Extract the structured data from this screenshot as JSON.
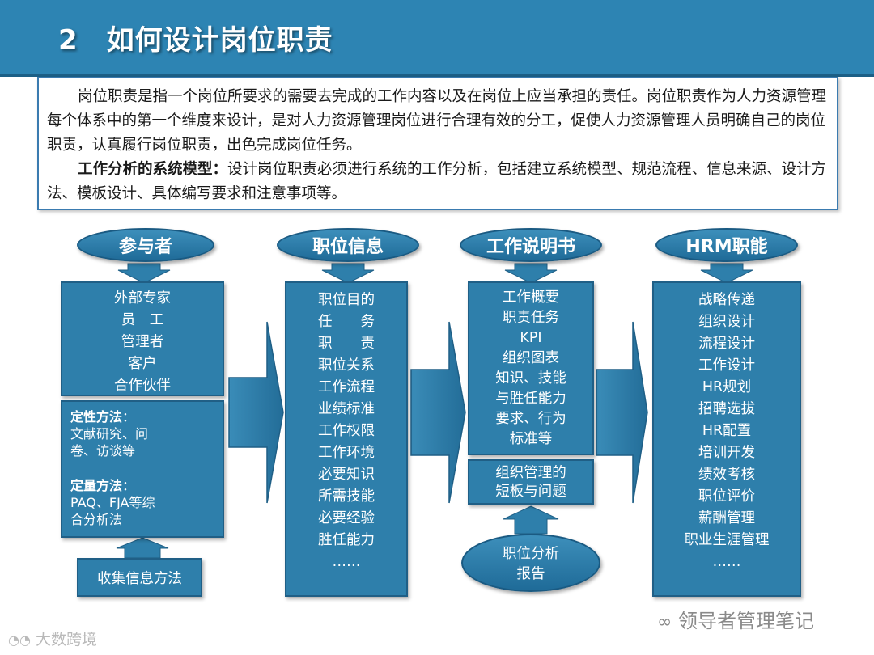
{
  "slide": {
    "title": "2　如何设计岗位职责"
  },
  "intro": {
    "paragraph1": "岗位职责是指一个岗位所要求的需要去完成的工作内容以及在岗位上应当承担的责任。岗位职责作为人力资源管理每个体系中的第一个维度来设计，是对人力资源管理岗位进行合理有效的分工，促使人力资源管理人员明确自己的岗位职责，认真履行岗位职责，出色完成岗位任务。",
    "paragraph2_bold": "工作分析的系统模型：",
    "paragraph2_text": "设计岗位职责必须进行系统的工作分析，包括建立系统模型、规范流程、信息来源、设计方法、模板设计、具体编写要求和注意事项等。"
  },
  "columns": {
    "participants": {
      "header": "参与者",
      "items": [
        "外部专家",
        "员　工",
        "管理者",
        "客户",
        "合作伙伴"
      ],
      "qualitative_label": "定性方法",
      "qualitative_colon": "：",
      "qualitative_text": "文献研究、问卷、访谈等",
      "quantitative_label": "定量方法",
      "quantitative_colon": "：",
      "quantitative_text": "PAQ、FJA等综合分析法",
      "collect_label": "收集信息方法"
    },
    "position_info": {
      "header": "职位信息",
      "items": [
        "职位目的",
        "任　　务",
        "职　　责",
        "职位关系",
        "工作流程",
        "业绩标准",
        "工作权限",
        "工作环境",
        "必要知识",
        "所需技能",
        "必要经验",
        "胜任能力",
        "……"
      ]
    },
    "job_description": {
      "header": "工作说明书",
      "items": [
        "工作概要",
        "职责任务",
        "KPI",
        "组织图表",
        "知识、技能",
        "与胜任能力",
        "要求、行为",
        "标准等"
      ],
      "org_box": [
        "组织管理的",
        "短板与问题"
      ],
      "report_label": [
        "职位分析",
        "报告"
      ]
    },
    "hrm_functions": {
      "header": "HRM职能",
      "items": [
        "战略传递",
        "组织设计",
        "流程设计",
        "工作设计",
        "HR规划",
        "招聘选拔",
        "HR配置",
        "培训开发",
        "绩效考核",
        "职位评价",
        "薪酬管理",
        "职业生涯管理",
        "……"
      ]
    }
  },
  "watermarks": {
    "bottom_left": "大数跨境",
    "bottom_right": "领导者管理笔记"
  },
  "colors": {
    "title_bar": "#2d84b3",
    "box_fill": "#2e7fab",
    "arrow_fill": "#2e7fab"
  }
}
